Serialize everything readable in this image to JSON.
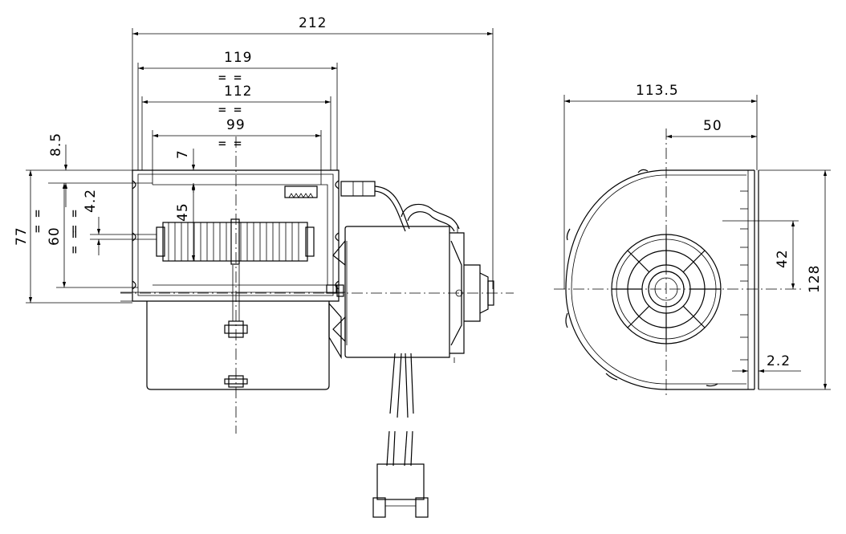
{
  "dimensions": {
    "overall_length": "212",
    "housing_width_outer": "119",
    "housing_width_mid": "112",
    "housing_width_inner": "99",
    "flange_offset": "8.5",
    "top_gap": "7",
    "wheel_height": "45",
    "slot_width": "4.2",
    "overall_height": "77",
    "inner_height": "60",
    "side_width": "113.5",
    "side_half_width": "50",
    "outlet_offset": "42",
    "side_height": "128",
    "flange_thickness": "2.2"
  },
  "symbols": {
    "equal_mark": "= ="
  },
  "colors": {
    "line": "#000000",
    "background": "#ffffff"
  }
}
